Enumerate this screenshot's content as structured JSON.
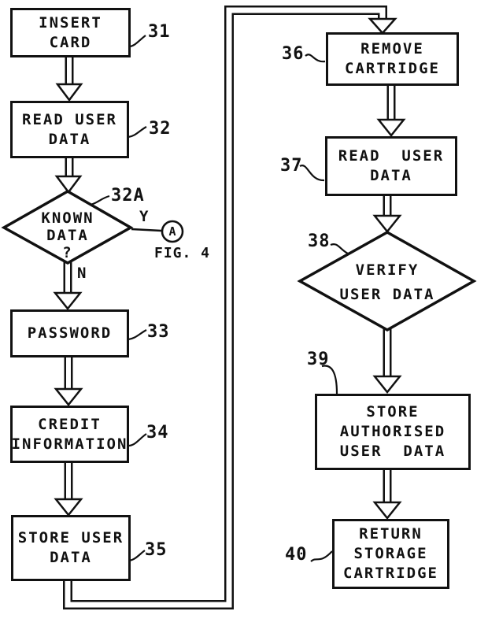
{
  "figure": {
    "type": "flowchart",
    "colors": {
      "ink": "#111111",
      "paper": "#ffffff"
    }
  },
  "nodes": {
    "n31": {
      "ref": "31",
      "shape": "process",
      "lines": [
        "INSERT",
        "CARD"
      ]
    },
    "n32": {
      "ref": "32",
      "shape": "process",
      "lines": [
        "READ USER",
        "DATA"
      ]
    },
    "n32a": {
      "ref": "32A",
      "shape": "decision",
      "lines": [
        "KNOWN",
        "DATA",
        "?"
      ]
    },
    "n33": {
      "ref": "33",
      "shape": "process",
      "lines": [
        "PASSWORD"
      ]
    },
    "n34": {
      "ref": "34",
      "shape": "process",
      "lines": [
        "CREDIT",
        "INFORMATION"
      ]
    },
    "n35": {
      "ref": "35",
      "shape": "process",
      "lines": [
        "STORE USER",
        "DATA"
      ]
    },
    "n36": {
      "ref": "36",
      "shape": "process",
      "lines": [
        "REMOVE",
        "CARTRIDGE"
      ]
    },
    "n37": {
      "ref": "37",
      "shape": "process",
      "lines": [
        "READ  USER",
        "DATA"
      ]
    },
    "n38": {
      "ref": "38",
      "shape": "decision",
      "lines": [
        "VERIFY",
        "USER DATA"
      ]
    },
    "n39": {
      "ref": "39",
      "shape": "process",
      "lines": [
        "STORE",
        "AUTHORISED",
        "USER  DATA"
      ]
    },
    "n40": {
      "ref": "40",
      "shape": "process",
      "lines": [
        "RETURN",
        "STORAGE",
        "CARTRIDGE"
      ]
    }
  },
  "labels": {
    "yes": "Y",
    "no": "N",
    "offpage_connector": "A",
    "offpage_reference": "FIG. 4"
  },
  "edges": [
    "31->32",
    "32->32A",
    "32A-Y->A(FIG.4)",
    "32A-N->33",
    "33->34",
    "34->35",
    "35->36",
    "36->37",
    "37->38",
    "38->39",
    "39->40"
  ]
}
